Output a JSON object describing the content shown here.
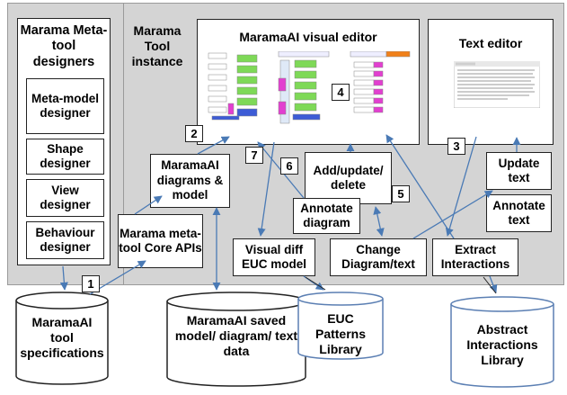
{
  "meta_designers": {
    "title": "Marama Meta-tool designers",
    "items": [
      "Meta-model designer",
      "Shape designer",
      "View designer",
      "Behaviour designer"
    ]
  },
  "tool_instance_label": "Marama Tool instance",
  "visual_editor": {
    "title": "MaramaAI visual editor"
  },
  "text_editor": {
    "title": "Text editor"
  },
  "boxes": {
    "diagrams_model": "MaramaAI diagrams & model",
    "core_apis": "Marama meta-tool Core APIs",
    "add_update_delete": "Add/update/ delete",
    "update_text": "Update text",
    "annotate_diagram": "Annotate diagram",
    "annotate_text": "Annotate text",
    "visual_diff": "Visual diff EUC model",
    "change_diagram_text": "Change Diagram/text",
    "extract_interactions": "Extract Interactions"
  },
  "numbers": [
    "1",
    "2",
    "3",
    "4",
    "5",
    "6",
    "7"
  ],
  "cylinders": {
    "tool_specs": "MaramaAI tool specifications",
    "saved_model": "MaramaAI saved model/ diagram/ text data",
    "euc_patterns": "EUC Patterns Library",
    "abstract_interactions": "Abstract Interactions Library"
  },
  "colors": {
    "arrow": "#4a7ab5",
    "panel": "#d4d4d4",
    "cylinder_fill": "#ffffff",
    "cylinder_blue": "#5b7fb3"
  }
}
